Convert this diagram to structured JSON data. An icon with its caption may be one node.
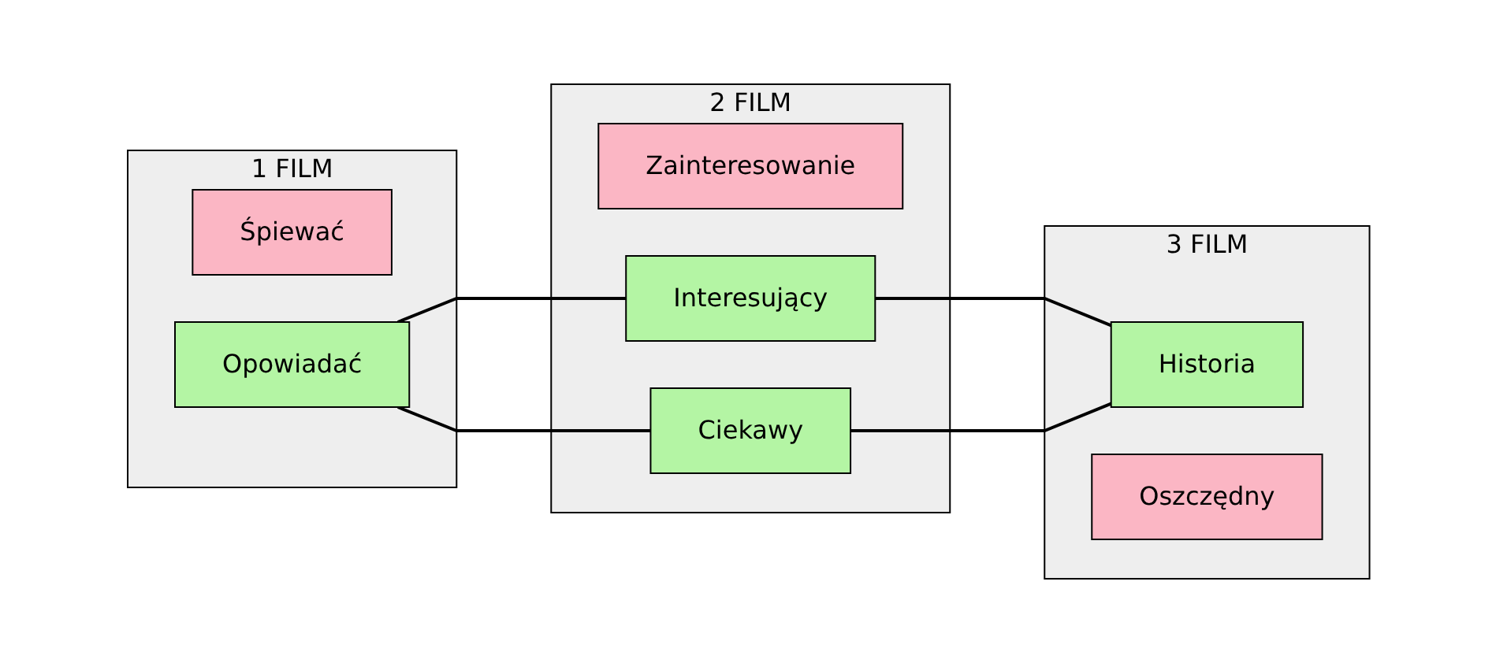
{
  "diagram": {
    "nodes": [
      {
        "text": [
          "1 FILM"
        ]
      },
      {
        "text": [
          "Śpiewać"
        ],
        "in": 0
      },
      {
        "text": [
          "Opowiadać"
        ],
        "in": 0
      },
      {
        "text": [
          "2 FILM"
        ]
      },
      {
        "text": [
          "Zainteresowanie"
        ],
        "in": 3
      },
      {
        "text": [
          "Interesujący"
        ],
        "in": 3
      },
      {
        "text": [
          "Ciekawy"
        ],
        "in": 3
      },
      {
        "text": [
          "3 FILM"
        ]
      },
      {
        "text": [
          "Historia"
        ],
        "in": 7
      },
      {
        "text": [
          "Oszczędny"
        ],
        "in": 7
      }
    ],
    "edges": [
      {
        "from": 2,
        "to": 5,
        "arrow": "none"
      },
      {
        "from": 2,
        "to": 6,
        "arrow": "none"
      },
      {
        "from": 5,
        "to": 8,
        "arrow": "none"
      },
      {
        "from": 6,
        "to": 8,
        "arrow": "none"
      }
    ]
  }
}
